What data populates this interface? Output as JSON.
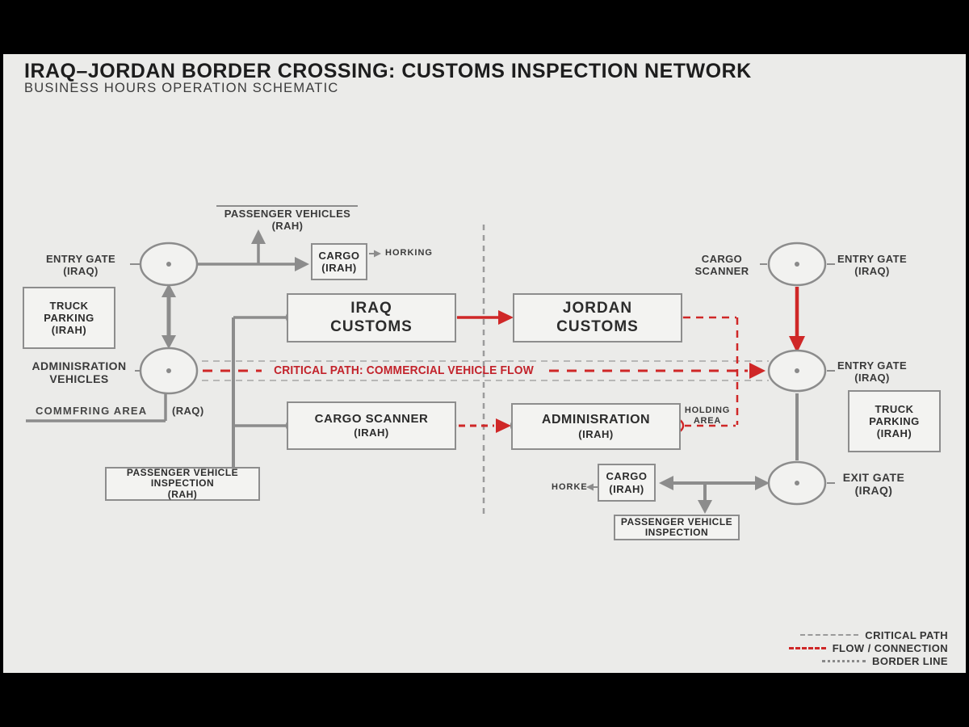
{
  "title": "IRAQ–JORDAN BORDER CROSSING: CUSTOMS INSPECTION NETWORK",
  "subtitle": "BUSINESS HOURS OPERATION SCHEMATIC",
  "colors": {
    "red": "#cf2727",
    "red_text": "#c2222a",
    "gray_line": "#8c8c8c",
    "panel_bg": "#ebebe9"
  },
  "banner": {
    "critical_path": "CRITICAL PATH: COMMERCIAL VEHICLE FLOW"
  },
  "labels": {
    "passenger_vehicles_top": {
      "line1": "PASSENGER VEHICLES",
      "line2": "(RAH)"
    },
    "entry_gate_left": {
      "line1": "ENTRY GATE",
      "line2": "(IRAQ)"
    },
    "adminisration_vehicles": {
      "line1": "ADMINISRATION",
      "line2": "VEHICLES"
    },
    "commfring_area": "COMMFRING AREA",
    "raq": "(RAQ)",
    "horking": "HORKING",
    "horke": "HORKE",
    "holding_area": {
      "line1": "HOLDING",
      "line2": "AREA"
    },
    "cargo_scanner_right": {
      "line1": "CARGO",
      "line2": "SCANNER"
    },
    "entry_gate_right_top": {
      "line1": "ENTRY GATE",
      "line2": "(IRAQ)"
    },
    "entry_gate_right_mid": {
      "line1": "ENTRY GATE",
      "line2": "(IRAQ)"
    },
    "exit_gate": {
      "line1": "EXIT GATE",
      "line2": "(IRAQ)"
    }
  },
  "boxes": {
    "cargo_top": {
      "line1": "CARGO",
      "line2": "(IRAH)"
    },
    "truck_parking_left": {
      "line1": "TRUCK",
      "line2": "PARKING",
      "line3": "(IRAH)"
    },
    "iraq_customs": {
      "line1": "IRAQ",
      "line2": "CUSTOMS"
    },
    "jordan_customs": {
      "line1": "JORDAN",
      "line2": "CUSTOMS"
    },
    "cargo_scanner": {
      "line1": "CARGO SCANNER",
      "line2": "(IRAH)"
    },
    "adminisration": {
      "line1": "ADMINISRATION",
      "line2": "(IRAH)"
    },
    "passenger_vehicle_inspection_left": {
      "line1": "PASSENGER VEHICLE",
      "line2": "INSPECTION",
      "line3": "(RAH)"
    },
    "truck_parking_right": {
      "line1": "TRUCK",
      "line2": "PARKING",
      "line3": "(IRAH)"
    },
    "cargo_bottom": {
      "line1": "CARGO",
      "line2": "(IRAH)"
    },
    "passenger_vehicle_inspection_right": {
      "line1": "PASSENGER VEHICLE",
      "line2": "INSPECTION"
    }
  },
  "legend": {
    "items": [
      {
        "label": "CRITICAL PATH",
        "style": "gray-dashed"
      },
      {
        "label": "FLOW / CONNECTION",
        "style": "red-dashed"
      },
      {
        "label": "BORDER LINE",
        "style": "gray-dotted"
      }
    ]
  }
}
